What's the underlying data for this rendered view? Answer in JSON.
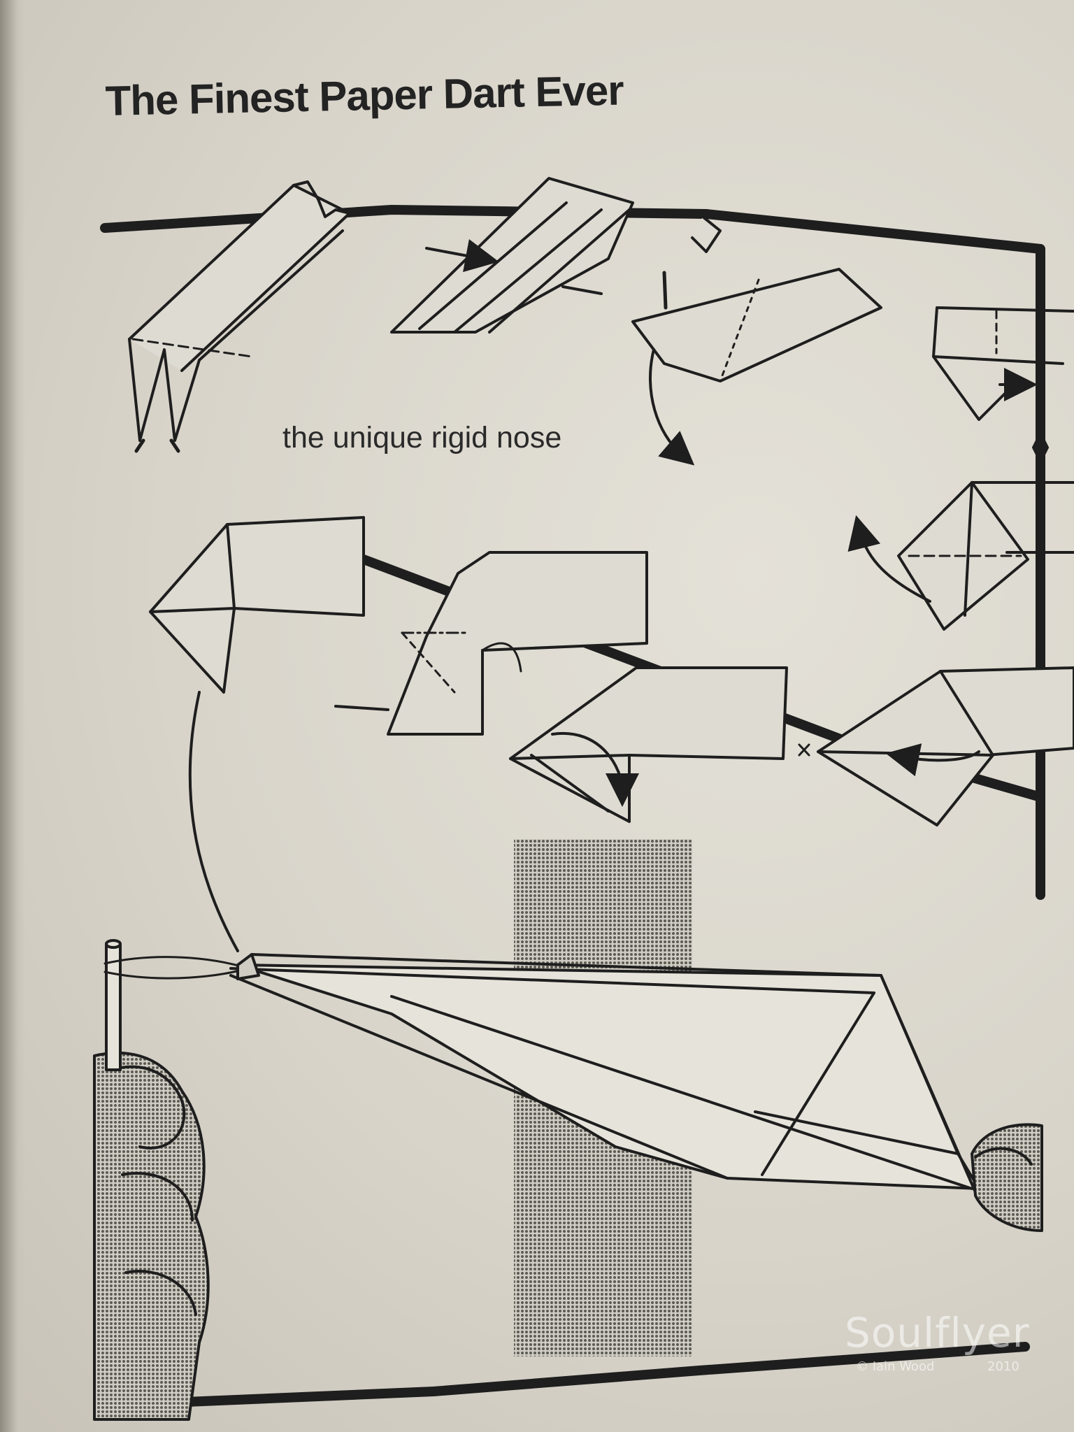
{
  "document": {
    "title": "The Finest Paper Dart Ever",
    "caption": "the unique rigid nose"
  },
  "watermark": {
    "brand": "Soulflyer",
    "credit": "© Iain Wood",
    "year": "2010"
  },
  "colors": {
    "paper": "#d9d6cc",
    "ink": "#1e1e1e",
    "halftone": "#6e6a62"
  }
}
